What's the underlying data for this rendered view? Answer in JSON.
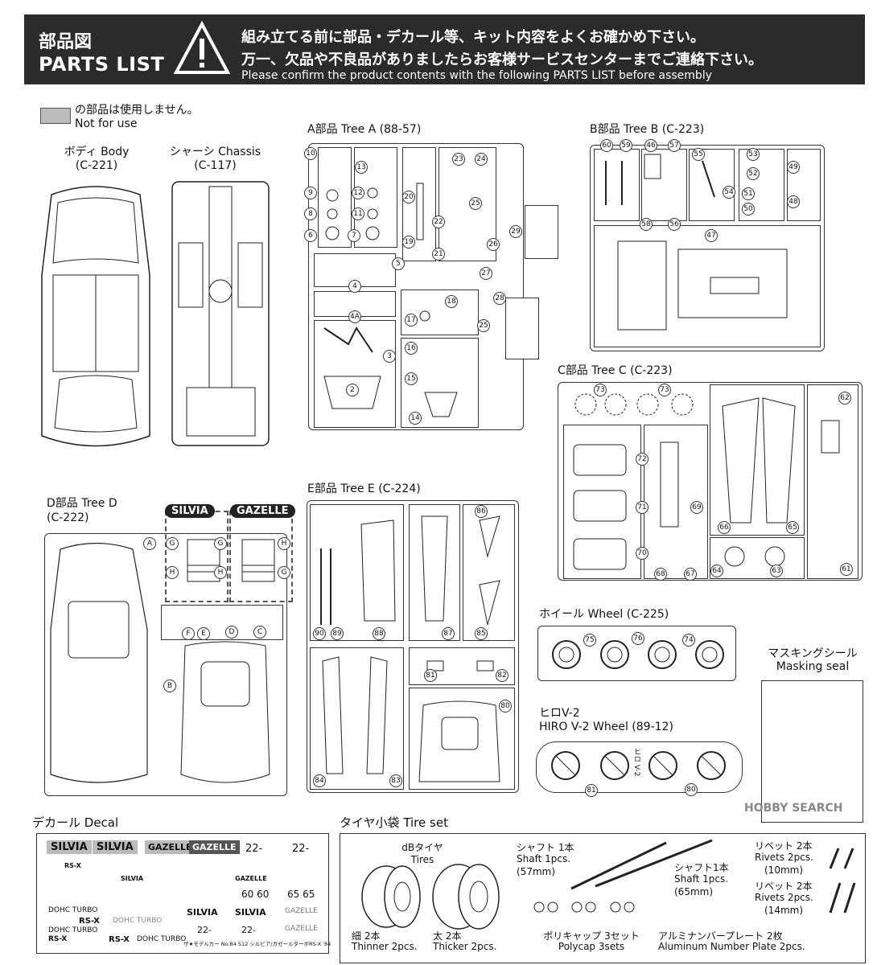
{
  "header": {
    "title_jp": "部品図",
    "title_en": "PARTS LIST",
    "warning_jp_1": "組み立てる前に部品・デカール等、キット内容をよくお確かめ下さい。",
    "warning_jp_2": "万一、欠品や不良品がありましたらお客様サービスセンターまでご連絡下さい。",
    "warning_en": "Please confirm the product contents with the following PARTS LIST before assembly"
  },
  "legend": {
    "jp": "の部品は使用しません。",
    "en": "Not for use"
  },
  "body": {
    "name": "ボディ Body",
    "code": "(C-221)"
  },
  "chassis": {
    "name": "シャーシ Chassis",
    "code": "(C-117)"
  },
  "tree_a": {
    "label": "A部品 Tree A (88-57)"
  },
  "tree_b": {
    "label": "B部品 Tree B (C-223)"
  },
  "tree_c": {
    "label": "C部品 Tree C (C-223)"
  },
  "tree_d": {
    "label": "D部品 Tree D",
    "code": "(C-222)",
    "badge_silvia": "SILVIA",
    "badge_gazelle": "GAZELLE"
  },
  "tree_e": {
    "label": "E部品 Tree E (C-224)"
  },
  "wheel": {
    "label": "ホイール Wheel (C-225)"
  },
  "hiro": {
    "label_1": "ヒロV-2",
    "label_2": "HIRO V-2 Wheel (89-12)",
    "runner_text": "ヒロ V-2"
  },
  "masking": {
    "label_jp": "マスキングシール",
    "label_en": "Masking seal"
  },
  "decal": {
    "label": "デカール Decal",
    "items": [
      "SILVIA",
      "SILVIA",
      "GAZELLE",
      "GAZELLE",
      "22-",
      "22-",
      "RS-X",
      "SILVIA",
      "GAZELLE",
      "60 60",
      "65 65",
      "DOHC TURBO",
      "RS-X",
      "DOHC TURBO",
      "SILVIA",
      "SILVIA",
      "GAZELLE",
      "DOHC TURBO",
      "RS-X",
      "22-",
      "22-",
      "GAZELLE",
      "RS-X",
      "DOHC TURBO"
    ],
    "footer": "ザ★モデルカー No.84 S12 シルビア/ガゼールターボRS-X '84"
  },
  "tire_set": {
    "label": "タイヤ小袋 Tire set",
    "db_jp": "dBタイヤ",
    "db_en": "Tires",
    "thin_jp": "細 2本",
    "thin_en": "Thinner 2pcs.",
    "thick_jp": "太 2本",
    "thick_en": "Thicker 2pcs.",
    "shaft1_jp": "シャフト 1本",
    "shaft1_en": "Shaft 1pcs.",
    "shaft1_len": "(57mm)",
    "shaft2_jp": "シャフト1本",
    "shaft2_en": "Shaft 1pcs.",
    "shaft2_len": "(65mm)",
    "rivet1_jp": "リベット 2本",
    "rivet1_en": "Rivets 2pcs.",
    "rivet1_len": "(10mm)",
    "rivet2_jp": "リベット 2本",
    "rivet2_en": "Rivets 2pcs.",
    "rivet2_len": "(14mm)",
    "polycap_jp": "ポリキャップ 3セット",
    "polycap_en": "Polycap 3sets",
    "plate_jp": "アルミナンバープレート 2枚",
    "plate_en": "Aluminum Number Plate 2pcs."
  },
  "watermark": "HOBBY SEARCH",
  "part_numbers": {
    "a": [
      "10",
      "13",
      "24",
      "23",
      "9",
      "12",
      "8",
      "11",
      "6",
      "7",
      "20",
      "22",
      "25",
      "29",
      "19",
      "21",
      "26",
      "5",
      "4",
      "27",
      "28",
      "4A",
      "18",
      "17",
      "25",
      "3",
      "16",
      "15",
      "2",
      "14"
    ],
    "b": [
      "60",
      "59",
      "46",
      "57",
      "55",
      "53",
      "49",
      "52",
      "51",
      "50",
      "54",
      "48",
      "58",
      "56",
      "47"
    ],
    "c": [
      "73",
      "73",
      "62",
      "72",
      "71",
      "69",
      "66",
      "65",
      "70",
      "68",
      "67",
      "64",
      "63",
      "61"
    ],
    "d": [
      "A",
      "G",
      "H",
      "H",
      "G",
      "G",
      "H",
      "F",
      "E",
      "D",
      "C",
      "B"
    ],
    "e": [
      "86",
      "90",
      "89",
      "88",
      "87",
      "85",
      "81",
      "82",
      "80",
      "84",
      "83"
    ],
    "w": [
      "75",
      "76",
      "74"
    ],
    "h": [
      "81",
      "80"
    ]
  },
  "colors": {
    "header_bg": "#2b2b2b",
    "not_for_use": "#bbbbbb"
  }
}
